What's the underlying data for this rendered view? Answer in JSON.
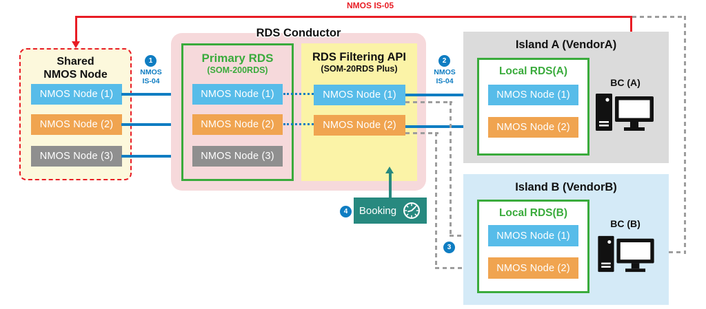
{
  "labels": {
    "is05": "NMOS IS-05",
    "is04_line1": "NMOS",
    "is04_line2": "IS-04"
  },
  "badges": {
    "b1": "1",
    "b2": "2",
    "b3": "3",
    "b4": "4"
  },
  "shared_node": {
    "title_lines": [
      "Shared",
      "NMOS Node"
    ],
    "nodes": [
      "NMOS Node (1)",
      "NMOS Node (2)",
      "NMOS Node (3)"
    ]
  },
  "rds_conductor": {
    "title": "RDS Conductor",
    "primary_rds": {
      "title": "Primary RDS",
      "subtitle": "(SOM-200RDS)",
      "nodes": [
        "NMOS Node (1)",
        "NMOS Node (2)",
        "NMOS Node (3)"
      ]
    },
    "filtering_api": {
      "title": "RDS Filtering API",
      "subtitle": "(SOM-20RDS Plus)",
      "nodes": [
        "NMOS Node (1)",
        "NMOS Node (2)"
      ]
    }
  },
  "booking": {
    "label": "Booking"
  },
  "island_a": {
    "title": "Island A (VendorA)",
    "local_rds": {
      "title": "Local RDS(A)",
      "nodes": [
        "NMOS Node (1)",
        "NMOS Node (2)"
      ]
    },
    "bc_label": "BC (A)"
  },
  "island_b": {
    "title": "Island B (VendorB)",
    "local_rds": {
      "title": "Local RDS(B)",
      "nodes": [
        "NMOS Node (1)",
        "NMOS Node (2)"
      ]
    },
    "bc_label": "BC (B)"
  },
  "colors": {
    "red": "#e81c24",
    "blue": "#0f7dc2",
    "teal": "#27897f",
    "green_border": "#3aab3c",
    "node_blue": "#57bce9",
    "node_orange": "#f0a450",
    "node_gray": "#8f8f8f",
    "conductor_pink": "#f6d9db",
    "filtering_yellow": "#fbf3a7",
    "shared_cream": "#fcf8dc",
    "island_a_gray": "#dbdbdb",
    "island_b_blue": "#d4eaf7",
    "dash_gray": "#9d9d9d"
  }
}
